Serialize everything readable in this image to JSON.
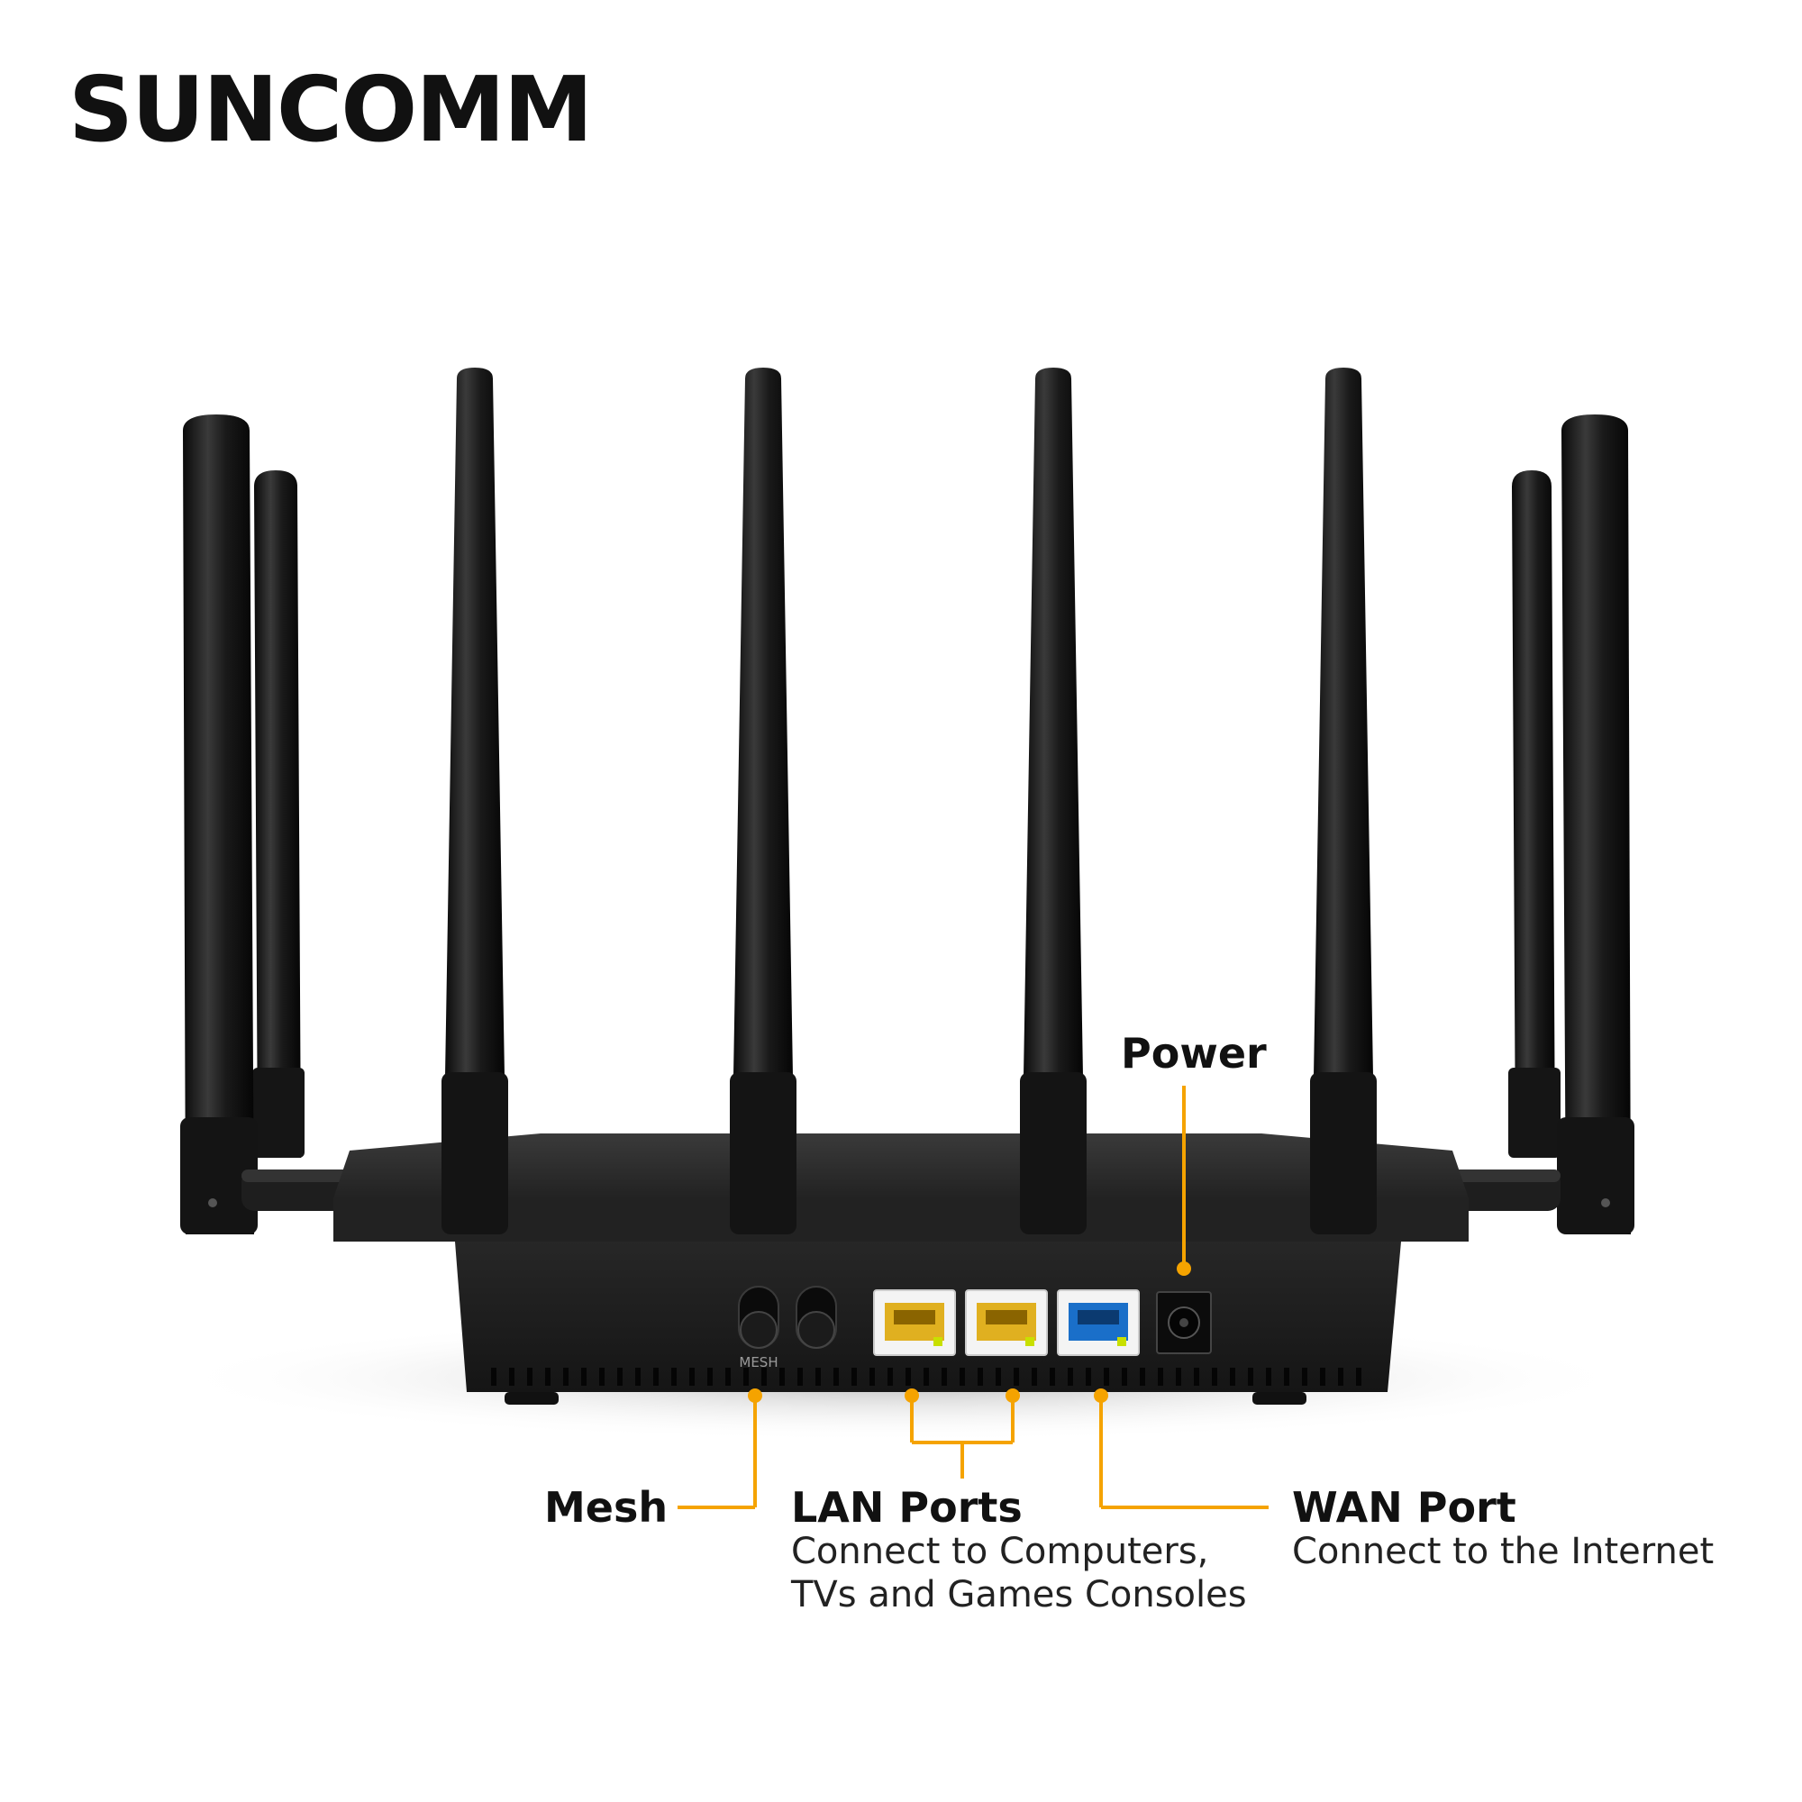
{
  "brand": {
    "logo_text": "SUNCOMM"
  },
  "product": {
    "panel_print": "MESH"
  },
  "callouts": {
    "power": {
      "title": "Power"
    },
    "mesh": {
      "title": "Mesh"
    },
    "lan": {
      "title": "LAN Ports",
      "desc_line1": "Connect to Computers,",
      "desc_line2": "TVs and Games Consoles"
    },
    "wan": {
      "title": "WAN Port",
      "desc_line1": "Connect to the Internet"
    }
  },
  "colors": {
    "accent": "#F5A300",
    "body": "#1c1c1c",
    "lan_port": "#e0b020",
    "wan_port": "#1a6fc9"
  }
}
